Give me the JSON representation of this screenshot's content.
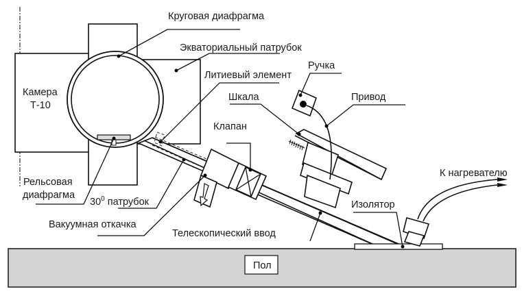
{
  "diagram": {
    "title": "Схема установки литиевого элемента на камере Т-10",
    "labels": {
      "circular_diaphragm": "Круговая диафрагма",
      "equatorial_port": "Экваториальный патрубок",
      "lithium_element": "Литиевый элемент",
      "handle": "Ручка",
      "scale": "Шкала",
      "drive": "Привод",
      "valve": "Клапан",
      "chamber_line1": "Камера",
      "chamber_line2": "Т-10",
      "rail_diaphragm_line1": "Рельсовая",
      "rail_diaphragm_line2": "диафрагма",
      "port_30_base": "30",
      "port_30_sup": "0",
      "port_30_rest": " патрубок",
      "vacuum_pumping": "Вакуумная откачка",
      "telescopic_input": "Телескопический ввод",
      "to_heater": "К нагревателю",
      "insulator": "Изолятор",
      "floor": "Пол"
    },
    "colors": {
      "line": "#111111",
      "floor_fill": "#d4d4d4",
      "background": "#ffffff"
    }
  }
}
